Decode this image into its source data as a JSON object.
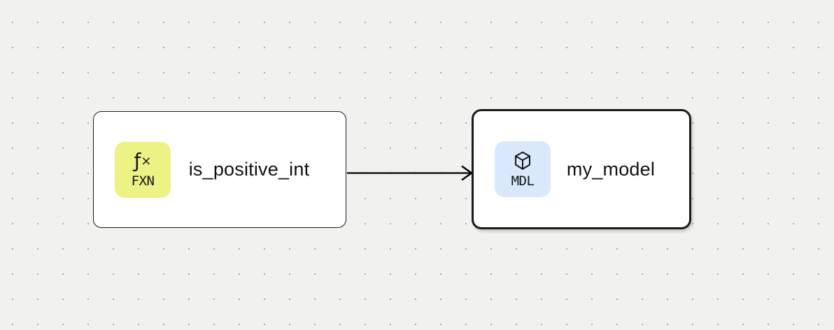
{
  "canvas": {
    "background_color": "#f1f1f0",
    "dot_color": "#b0b0b0"
  },
  "nodes": [
    {
      "id": "is_positive_int",
      "label": "is_positive_int",
      "selected": false,
      "badge": {
        "icon": "function-icon",
        "glyph_main": "ƒ",
        "glyph_sub": "×",
        "tag": "FXN",
        "color": "#edf284"
      }
    },
    {
      "id": "my_model",
      "label": "my_model",
      "selected": true,
      "badge": {
        "icon": "cube-icon",
        "tag": "MDL",
        "color": "#d9e9fb"
      }
    }
  ],
  "edges": [
    {
      "from": "is_positive_int",
      "to": "my_model",
      "color": "#000000"
    }
  ]
}
